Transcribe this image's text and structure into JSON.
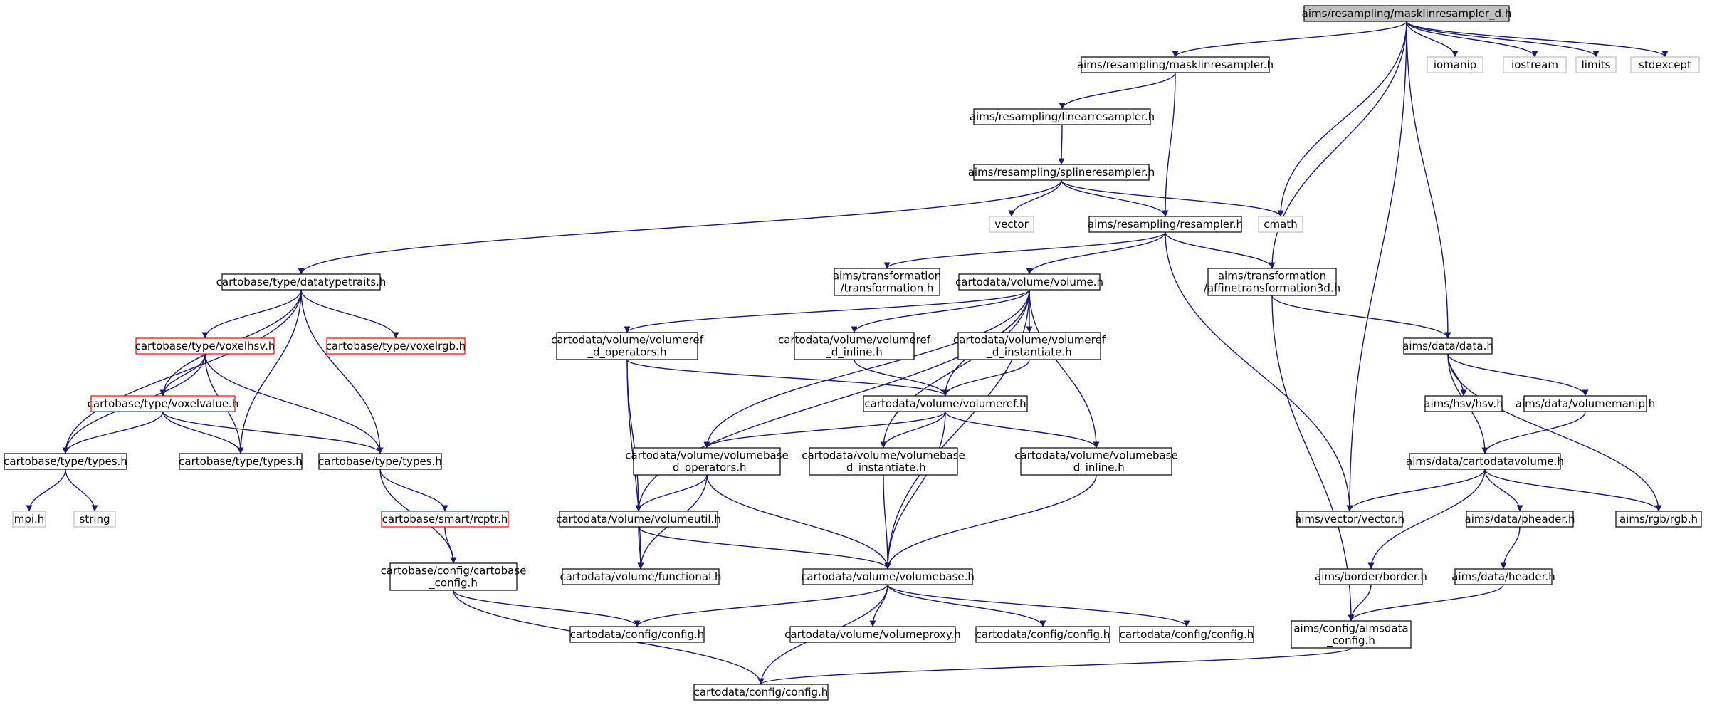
{
  "colors": {
    "edge": "#191970",
    "box_border": "#000000",
    "box_red": "#ff0000",
    "box_gray": "#bfbfbf",
    "root_fill": "#bfbfbf",
    "text": "#000000",
    "text_gray": "#000000"
  },
  "nodes": [
    {
      "id": "root",
      "label": [
        "aims/resampling/masklinresampler_d.h"
      ],
      "style": "root"
    },
    {
      "id": "masklin",
      "label": [
        "aims/resampling/masklinresampler.h"
      ],
      "style": "black"
    },
    {
      "id": "iomanip",
      "label": [
        "iomanip"
      ],
      "style": "gray"
    },
    {
      "id": "iostream",
      "label": [
        "iostream"
      ],
      "style": "gray"
    },
    {
      "id": "limits",
      "label": [
        "limits"
      ],
      "style": "gray"
    },
    {
      "id": "stdexcept",
      "label": [
        "stdexcept"
      ],
      "style": "gray"
    },
    {
      "id": "linear",
      "label": [
        "aims/resampling/linearresampler.h"
      ],
      "style": "black"
    },
    {
      "id": "spline",
      "label": [
        "aims/resampling/splineresampler.h"
      ],
      "style": "black"
    },
    {
      "id": "vector",
      "label": [
        "vector"
      ],
      "style": "gray"
    },
    {
      "id": "resampler",
      "label": [
        "aims/resampling/resampler.h"
      ],
      "style": "black"
    },
    {
      "id": "cmath",
      "label": [
        "cmath"
      ],
      "style": "gray"
    },
    {
      "id": "datatypetraits",
      "label": [
        "cartobase/type/datatypetraits.h"
      ],
      "style": "black"
    },
    {
      "id": "transformation",
      "label": [
        "aims/transformation",
        "/transformation.h"
      ],
      "style": "black"
    },
    {
      "id": "volume",
      "label": [
        "cartodata/volume/volume.h"
      ],
      "style": "black"
    },
    {
      "id": "affine",
      "label": [
        "aims/transformation",
        "/affinetransformation3d.h"
      ],
      "style": "black"
    },
    {
      "id": "voxelhsv",
      "label": [
        "cartobase/type/voxelhsv.h"
      ],
      "style": "red"
    },
    {
      "id": "voxelrgb",
      "label": [
        "cartobase/type/voxelrgb.h"
      ],
      "style": "red"
    },
    {
      "id": "volumeref_ops",
      "label": [
        "cartodata/volume/volumeref",
        "_d_operators.h"
      ],
      "style": "black"
    },
    {
      "id": "volumeref_inline",
      "label": [
        "cartodata/volume/volumeref",
        "_d_inline.h"
      ],
      "style": "black"
    },
    {
      "id": "volumeref_inst",
      "label": [
        "cartodata/volume/volumeref",
        "_d_instantiate.h"
      ],
      "style": "black"
    },
    {
      "id": "data",
      "label": [
        "aims/data/data.h"
      ],
      "style": "black"
    },
    {
      "id": "voxelvalue",
      "label": [
        "cartobase/type/voxelvalue.h"
      ],
      "style": "red"
    },
    {
      "id": "volumeref",
      "label": [
        "cartodata/volume/volumeref.h"
      ],
      "style": "black"
    },
    {
      "id": "hsv",
      "label": [
        "aims/hsv/hsv.h"
      ],
      "style": "black"
    },
    {
      "id": "volumemanip",
      "label": [
        "aims/data/volumemanip.h"
      ],
      "style": "black"
    },
    {
      "id": "types1",
      "label": [
        "cartobase/type/types.h"
      ],
      "style": "black"
    },
    {
      "id": "types2",
      "label": [
        "cartobase/type/types.h"
      ],
      "style": "black"
    },
    {
      "id": "types3",
      "label": [
        "cartobase/type/types.h"
      ],
      "style": "black"
    },
    {
      "id": "volumebase_ops",
      "label": [
        "cartodata/volume/volumebase",
        "_d_operators.h"
      ],
      "style": "black"
    },
    {
      "id": "volumebase_inst",
      "label": [
        "cartodata/volume/volumebase",
        "_d_instantiate.h"
      ],
      "style": "black"
    },
    {
      "id": "volumebase_inline",
      "label": [
        "cartodata/volume/volumebase",
        "_d_inline.h"
      ],
      "style": "black"
    },
    {
      "id": "cartodatavolume",
      "label": [
        "aims/data/cartodatavolume.h"
      ],
      "style": "black"
    },
    {
      "id": "mpi",
      "label": [
        "mpi.h"
      ],
      "style": "gray"
    },
    {
      "id": "string",
      "label": [
        "string"
      ],
      "style": "gray"
    },
    {
      "id": "rcptr",
      "label": [
        "cartobase/smart/rcptr.h"
      ],
      "style": "red"
    },
    {
      "id": "volumeutil",
      "label": [
        "cartodata/volume/volumeutil.h"
      ],
      "style": "black"
    },
    {
      "id": "vectorh",
      "label": [
        "aims/vector/vector.h"
      ],
      "style": "black"
    },
    {
      "id": "pheader",
      "label": [
        "aims/data/pheader.h"
      ],
      "style": "black"
    },
    {
      "id": "rgb",
      "label": [
        "aims/rgb/rgb.h"
      ],
      "style": "black"
    },
    {
      "id": "cartobase_config",
      "label": [
        "cartobase/config/cartobase",
        "_config.h"
      ],
      "style": "black"
    },
    {
      "id": "functional",
      "label": [
        "cartodata/volume/functional.h"
      ],
      "style": "black"
    },
    {
      "id": "volumebase",
      "label": [
        "cartodata/volume/volumebase.h"
      ],
      "style": "black"
    },
    {
      "id": "border",
      "label": [
        "aims/border/border.h"
      ],
      "style": "black"
    },
    {
      "id": "header",
      "label": [
        "aims/data/header.h"
      ],
      "style": "black"
    },
    {
      "id": "config1",
      "label": [
        "cartodata/config/config.h"
      ],
      "style": "black"
    },
    {
      "id": "volumeproxy",
      "label": [
        "cartodata/volume/volumeproxy.h"
      ],
      "style": "black"
    },
    {
      "id": "config2",
      "label": [
        "cartodata/config/config.h"
      ],
      "style": "black"
    },
    {
      "id": "config3",
      "label": [
        "cartodata/config/config.h"
      ],
      "style": "black"
    },
    {
      "id": "aimsdata_config",
      "label": [
        "aims/config/aimsdata",
        "_config.h"
      ],
      "style": "black"
    },
    {
      "id": "config4",
      "label": [
        "cartodata/config/config.h"
      ],
      "style": "black"
    }
  ],
  "edges": [
    [
      "root",
      "masklin"
    ],
    [
      "root",
      "cmath"
    ],
    [
      "root",
      "affine"
    ],
    [
      "root",
      "vectorh"
    ],
    [
      "root",
      "data"
    ],
    [
      "root",
      "iomanip"
    ],
    [
      "root",
      "iostream"
    ],
    [
      "root",
      "limits"
    ],
    [
      "root",
      "stdexcept"
    ],
    [
      "masklin",
      "linear"
    ],
    [
      "masklin",
      "resampler"
    ],
    [
      "linear",
      "spline"
    ],
    [
      "spline",
      "vector"
    ],
    [
      "spline",
      "resampler"
    ],
    [
      "spline",
      "cmath"
    ],
    [
      "spline",
      "datatypetraits"
    ],
    [
      "resampler",
      "transformation"
    ],
    [
      "resampler",
      "volume"
    ],
    [
      "resampler",
      "affine"
    ],
    [
      "resampler",
      "vectorh"
    ],
    [
      "datatypetraits",
      "voxelhsv"
    ],
    [
      "datatypetraits",
      "voxelrgb"
    ],
    [
      "datatypetraits",
      "voxelvalue"
    ],
    [
      "datatypetraits",
      "types1"
    ],
    [
      "datatypetraits",
      "types2"
    ],
    [
      "datatypetraits",
      "types3"
    ],
    [
      "voxelhsv",
      "voxelvalue"
    ],
    [
      "voxelhsv",
      "types1"
    ],
    [
      "voxelhsv",
      "types2"
    ],
    [
      "voxelhsv",
      "types3"
    ],
    [
      "voxelvalue",
      "types1"
    ],
    [
      "voxelvalue",
      "types2"
    ],
    [
      "voxelvalue",
      "types3"
    ],
    [
      "types1",
      "mpi"
    ],
    [
      "types1",
      "string"
    ],
    [
      "types3",
      "rcptr"
    ],
    [
      "types3",
      "cartobase_config"
    ],
    [
      "rcptr",
      "cartobase_config"
    ],
    [
      "cartobase_config",
      "config1"
    ],
    [
      "cartobase_config",
      "config4"
    ],
    [
      "volume",
      "volumeref_ops"
    ],
    [
      "volume",
      "volumeref_inline"
    ],
    [
      "volume",
      "volumeref_inst"
    ],
    [
      "volume",
      "volumeref"
    ],
    [
      "volume",
      "volumebase_ops"
    ],
    [
      "volume",
      "volumebase_inst"
    ],
    [
      "volume",
      "volumebase_inline"
    ],
    [
      "volume",
      "volumeutil"
    ],
    [
      "volume",
      "volumebase"
    ],
    [
      "volumeref_ops",
      "volumeref"
    ],
    [
      "volumeref_ops",
      "volumeutil"
    ],
    [
      "volumeref_ops",
      "functional"
    ],
    [
      "volumeref_inline",
      "volumeref"
    ],
    [
      "volumeref_inst",
      "volumeref"
    ],
    [
      "volumeref",
      "volumebase_ops"
    ],
    [
      "volumeref",
      "volumebase_inst"
    ],
    [
      "volumeref",
      "volumebase_inline"
    ],
    [
      "volumeref",
      "volumebase"
    ],
    [
      "volumebase_ops",
      "volumeutil"
    ],
    [
      "volumebase_ops",
      "functional"
    ],
    [
      "volumebase_ops",
      "volumebase"
    ],
    [
      "volumebase_inst",
      "volumebase"
    ],
    [
      "volumebase_inline",
      "volumebase"
    ],
    [
      "volumeutil",
      "functional"
    ],
    [
      "volumeutil",
      "volumebase"
    ],
    [
      "volumebase",
      "config1"
    ],
    [
      "volumebase",
      "volumeproxy"
    ],
    [
      "volumebase",
      "config2"
    ],
    [
      "volumebase",
      "config3"
    ],
    [
      "volumebase",
      "config4"
    ],
    [
      "affine",
      "data"
    ],
    [
      "affine",
      "aimsdata_config"
    ],
    [
      "data",
      "hsv"
    ],
    [
      "data",
      "volumemanip"
    ],
    [
      "data",
      "cartodatavolume"
    ],
    [
      "data",
      "rgb"
    ],
    [
      "volumemanip",
      "cartodatavolume"
    ],
    [
      "cartodatavolume",
      "vectorh"
    ],
    [
      "cartodatavolume",
      "pheader"
    ],
    [
      "cartodatavolume",
      "rgb"
    ],
    [
      "cartodatavolume",
      "border"
    ],
    [
      "pheader",
      "header"
    ],
    [
      "border",
      "aimsdata_config"
    ],
    [
      "header",
      "aimsdata_config"
    ],
    [
      "aimsdata_config",
      "config4"
    ]
  ]
}
